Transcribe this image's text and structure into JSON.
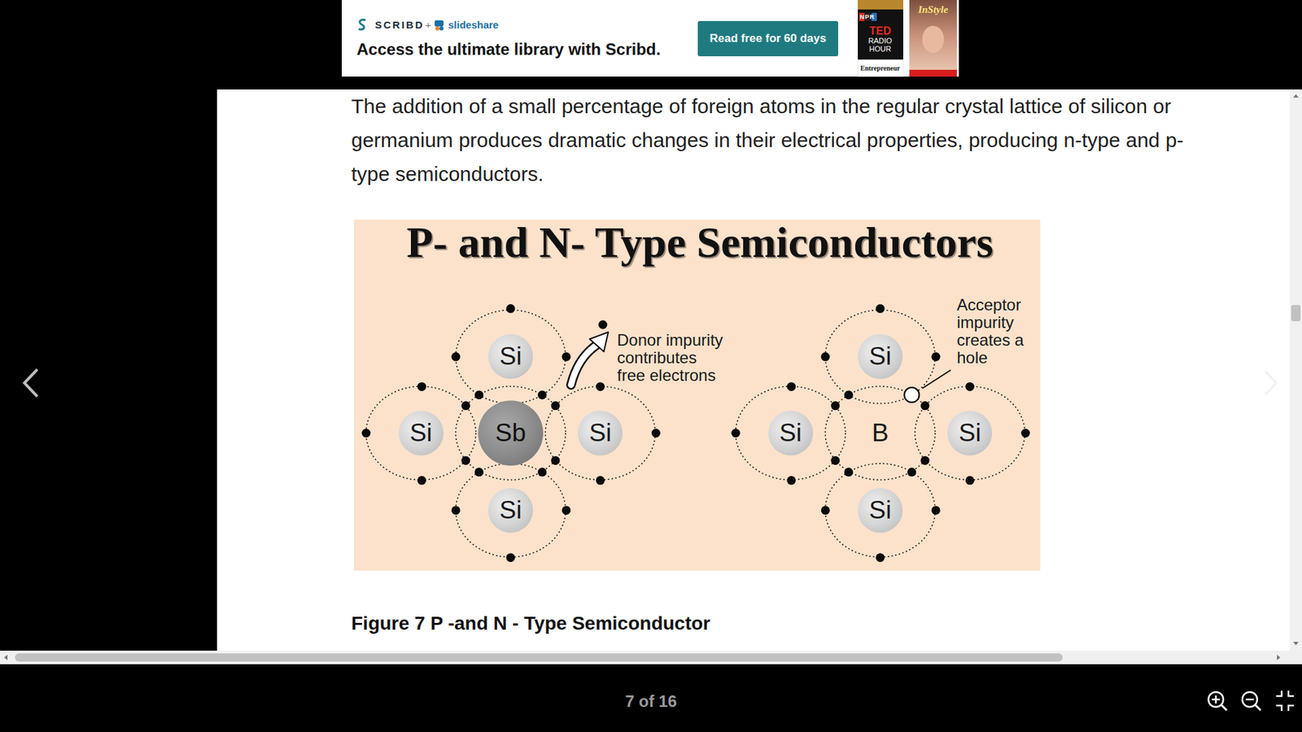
{
  "diagram": {
    "title": "P- and N- Type Semiconductors",
    "caption": "Figure 7 P -and N - Type Semiconductor",
    "nodes": [
      {
        "text": [
          "Read free for 60 days"
        ]
      },
      {
        "text": [
          "Si"
        ]
      },
      {
        "text": [
          "Si"
        ]
      },
      {
        "text": [
          "Si"
        ]
      },
      {
        "text": [
          "Sb"
        ]
      },
      {
        "text": [
          "Si"
        ]
      },
      {
        "text": [
          "Si"
        ]
      },
      {
        "text": [
          "B"
        ]
      },
      {
        "text": [
          "Si"
        ]
      },
      {
        "text": [
          "Si"
        ]
      },
      {
        "text": [
          "Si"
        ]
      }
    ],
    "labels": [
      "SCRIBD",
      "+",
      "slideshare",
      "Access the ultimate library with Scribd.",
      "NPR",
      "TED",
      "RADIO",
      "HOUR",
      "Entrepreneur",
      "InStyle",
      "The addition of a small percentage of foreign atoms in the regular crystal lattice of silicon or germanium produces dramatic changes in their electrical properties, producing n-type and p-type semiconductors.",
      "Donor impurity contributes free electrons",
      "Acceptor impurity creates a hole",
      "7 of 16"
    ]
  }
}
